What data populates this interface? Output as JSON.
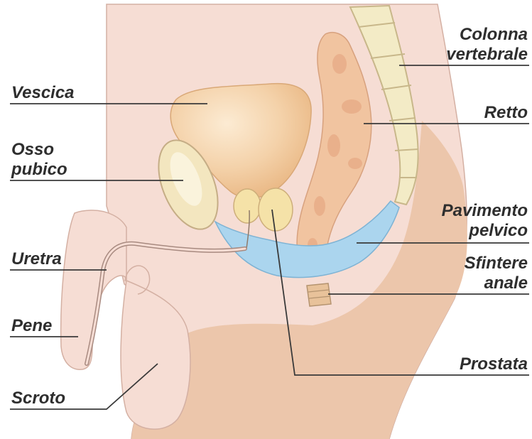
{
  "labels_left": {
    "vescica": "Vescica",
    "osso": "Osso",
    "pubico": "pubico",
    "uretra": "Uretra",
    "pene": "Pene",
    "scroto": "Scroto"
  },
  "labels_right": {
    "colonna": "Colonna",
    "vertebrale": "vertebrale",
    "retto": "Retto",
    "pavimento": "Pavimento",
    "pelvico": "pelvico",
    "sfintere": "Sfintere",
    "anale": "anale",
    "prostata": "Prostata"
  },
  "colors": {
    "skin": "#f6ddd4",
    "thigh": "#ecc6ab",
    "bladder": "#efc497",
    "bone": "#f3e6bf",
    "prostate": "#f5e2a8",
    "pelvic_floor": "#abd5ee",
    "rectum": "#f1c4a0",
    "spine": "#f3ebc6",
    "sphincter": "#e8c29a"
  }
}
